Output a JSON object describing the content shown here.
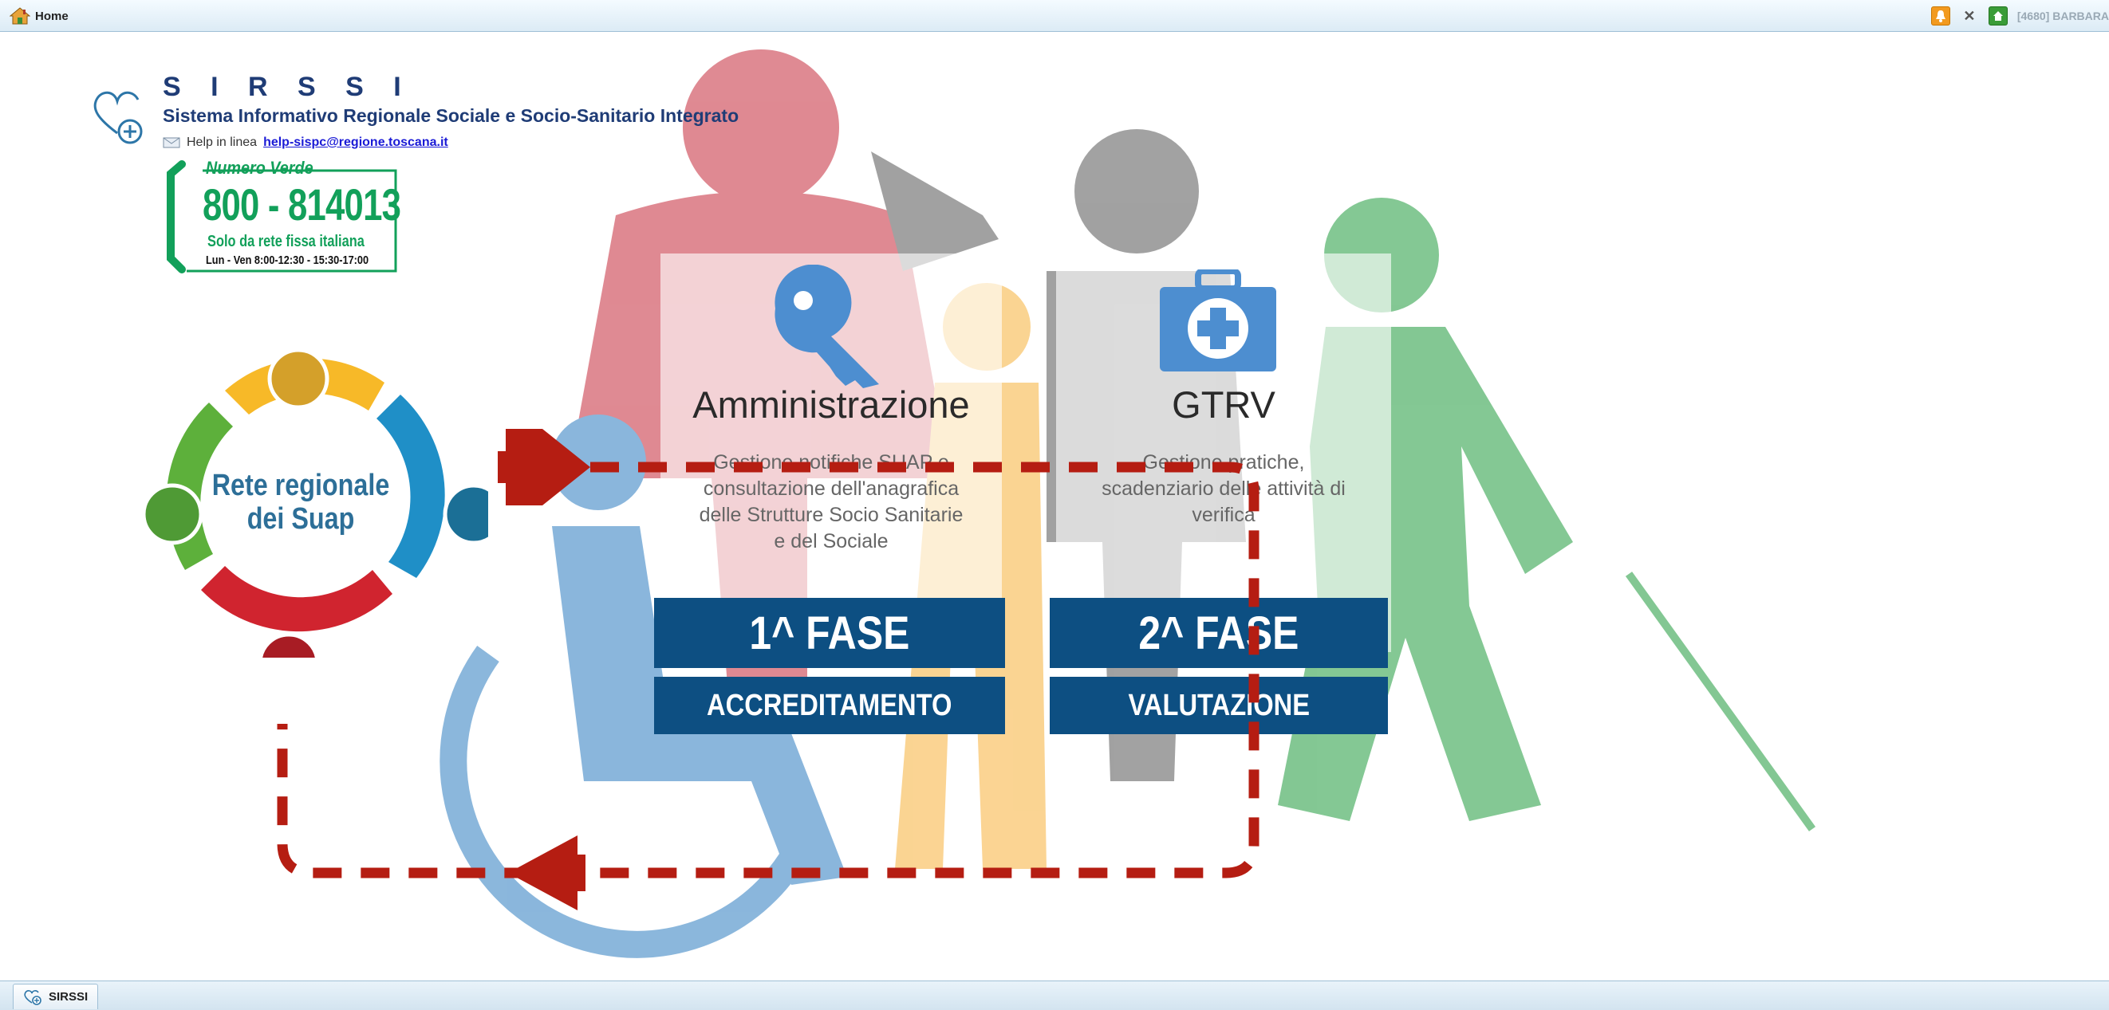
{
  "window": {
    "home_tab_label": "Home",
    "user_label": "[4680] BARBARA"
  },
  "header": {
    "title": "S I R S S I",
    "subtitle": "Sistema Informativo Regionale Sociale e Socio-Sanitario Integrato",
    "help_label": "Help in linea",
    "help_email": "help-sispc@regione.toscana.it"
  },
  "numero_verde": {
    "title": "Numero Verde",
    "number": "800 - 814013",
    "note": "Solo da rete fissa italiana",
    "hours": "Lun - Ven 8:00-12:30 - 15:30-17:00"
  },
  "suap": {
    "line1": "Rete regionale",
    "line2": "dei Suap"
  },
  "modules": [
    {
      "title": "Amministrazione",
      "icon": "key-icon",
      "desc_lines": [
        "Gestione notifiche SUAP e",
        "consultazione dell'anagrafica",
        "delle Strutture Socio Sanitarie",
        "e del Sociale"
      ],
      "phase": "1^ FASE",
      "phase_label": "ACCREDITAMENTO"
    },
    {
      "title": "GTRV",
      "icon": "first-aid-kit-icon",
      "desc_lines": [
        "Gestione pratiche,",
        "scadenziario delle attività di",
        "verifica"
      ],
      "phase": "2^ FASE",
      "phase_label": "VALUTAZIONE"
    }
  ],
  "bottom_tab": {
    "label": "SIRSSI"
  },
  "colors": {
    "brand_blue": "#1f3c76",
    "phase_blue": "#0d4f82",
    "flow_red": "#b51d12",
    "numero_verde_green": "#12a05a"
  }
}
